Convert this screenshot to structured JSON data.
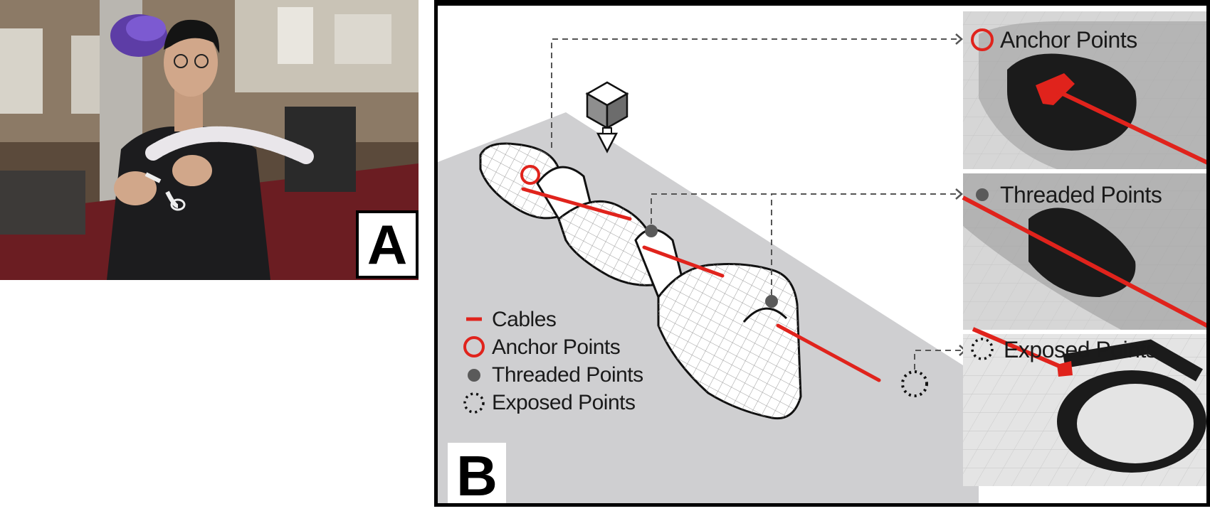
{
  "panel_a": {
    "label": "A"
  },
  "panel_b": {
    "label": "B",
    "legend": [
      {
        "symbol": "cable-line",
        "text": "Cables"
      },
      {
        "symbol": "anchor-circle",
        "text": "Anchor Points"
      },
      {
        "symbol": "threaded-dot",
        "text": "Threaded Points"
      },
      {
        "symbol": "exposed-dotted-circle",
        "text": "Exposed Points"
      }
    ],
    "insets": [
      {
        "label": "Anchor Points"
      },
      {
        "label": "Threaded Points"
      },
      {
        "label": "Exposed Points"
      }
    ]
  },
  "colors": {
    "cable": "#e0231c",
    "anchor": "#e0231c",
    "threaded": "#5a5a5a",
    "floor": "#cfcfd1",
    "inset_bg": "#d6d6d6",
    "print_black": "#1b1b1b"
  }
}
